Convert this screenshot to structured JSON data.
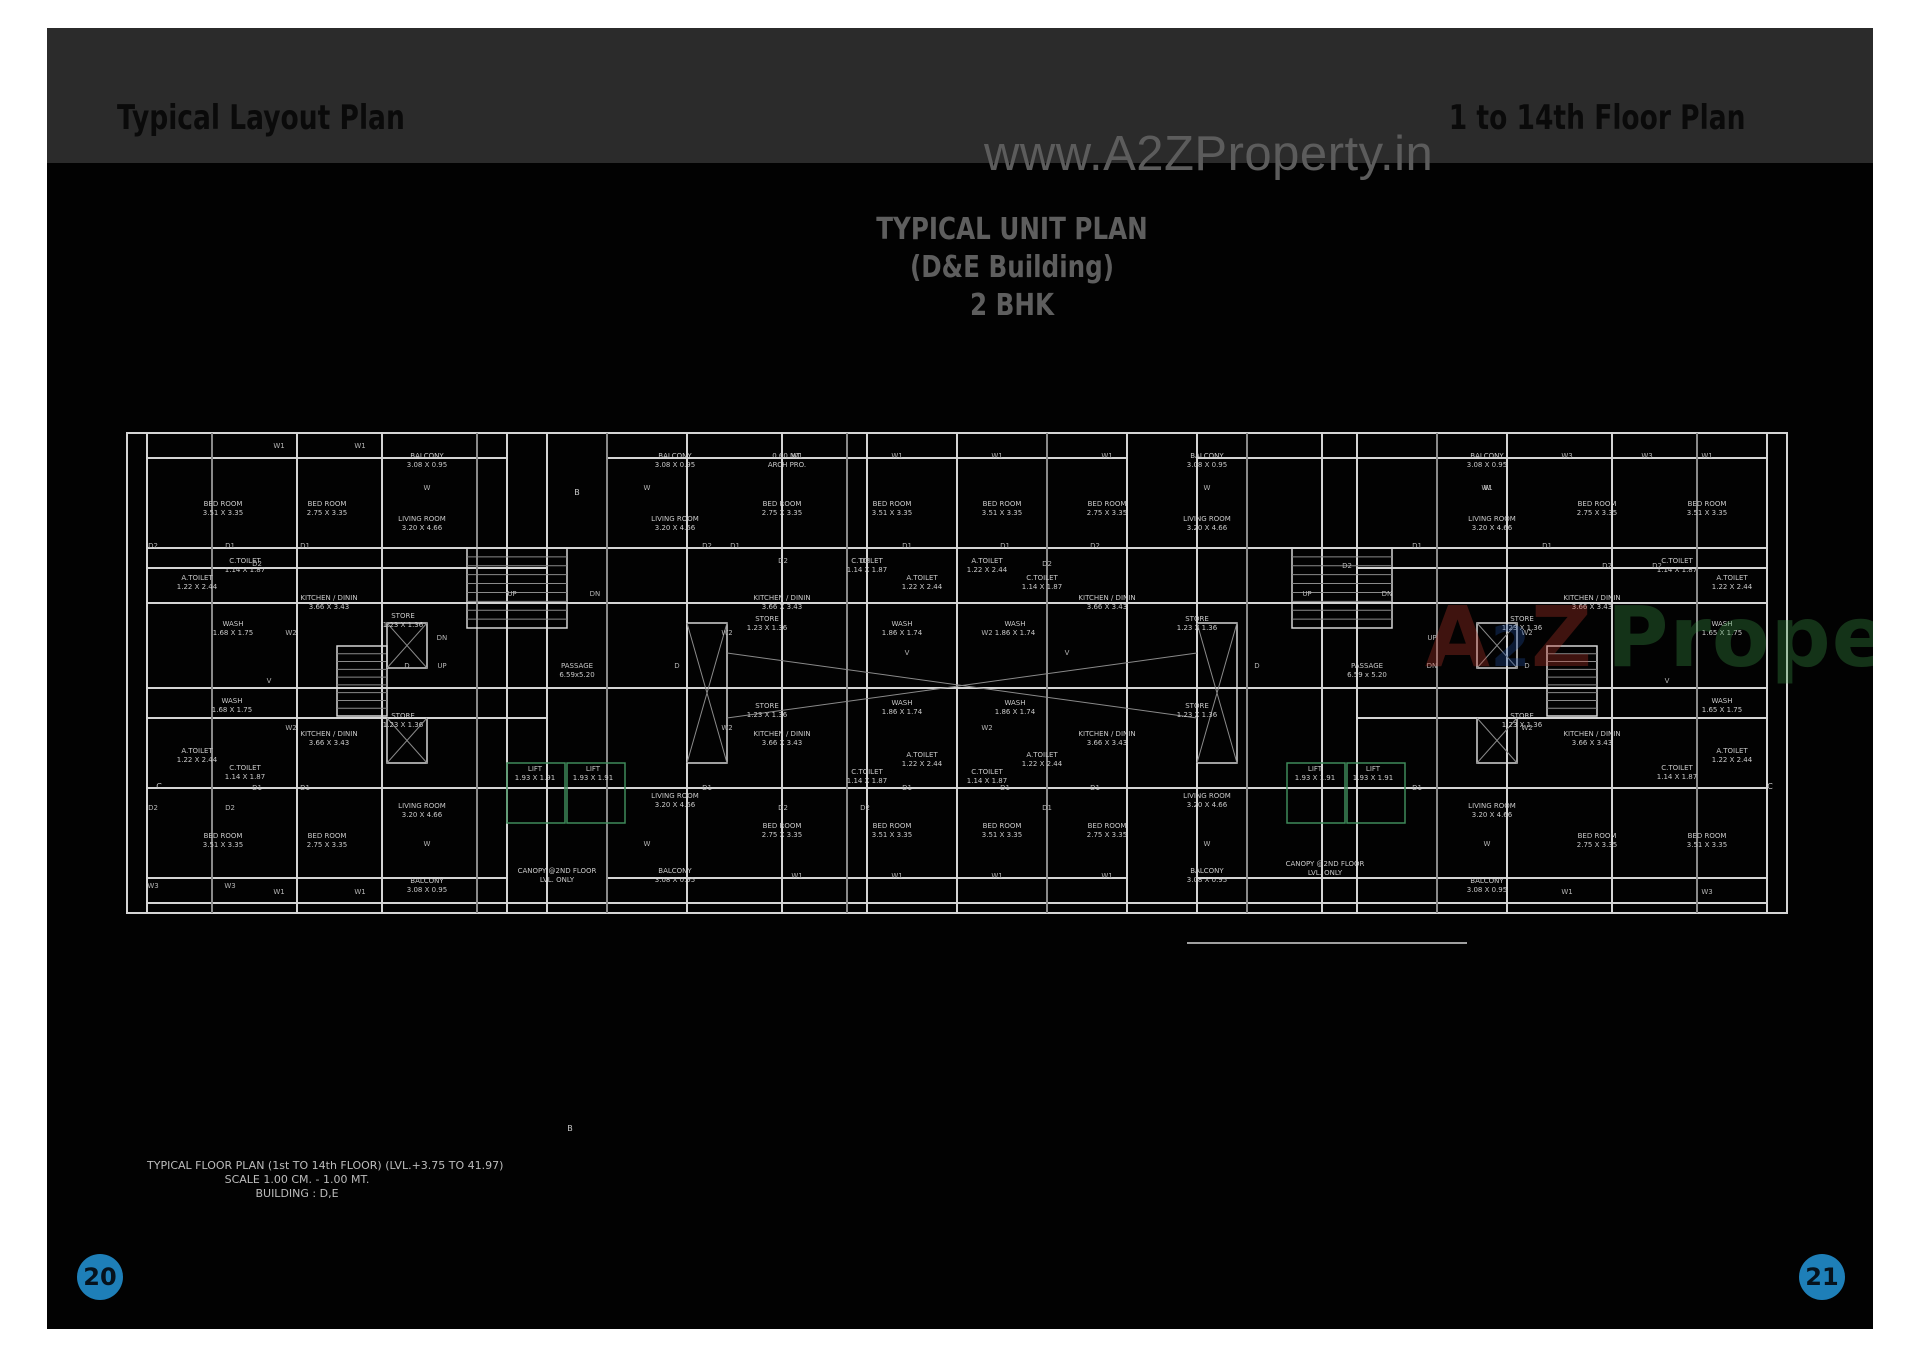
{
  "header": {
    "left_title": "Typical Layout Plan",
    "right_title": "1 to 14th Floor Plan",
    "watermark_url": "www.A2ZProperty.in"
  },
  "plan_title": {
    "line1": "TYPICAL UNIT PLAN",
    "line2": "(D&E Building)",
    "line3": "2 BHK"
  },
  "logo": {
    "text_a": "A",
    "text_2": "2",
    "text_z": "Z",
    "text_property": "Property",
    "colors": {
      "a": "#c0392b",
      "two": "#1e4fa0",
      "z": "#c0392b",
      "property": [
        "#2a8a3a",
        "#c9a21a",
        "#2a8a3a"
      ]
    }
  },
  "caption": {
    "line1": "TYPICAL FLOOR PLAN (1st TO 14th FLOOR) (LVL.+3.75 TO 41.97)",
    "line2": "SCALE 1.00 CM. - 1.00 MT.",
    "line3": "BUILDING : D,E"
  },
  "pages": {
    "left": "20",
    "right": "21"
  },
  "plan_marks": {
    "section_b_top": "B",
    "section_b_bottom": "B",
    "section_c_left": "C",
    "section_c_right": "C"
  },
  "rooms": [
    {
      "name": "BED ROOM",
      "dim": "3.51 X 3.35"
    },
    {
      "name": "BED ROOM",
      "dim": "2.75 X 3.35"
    },
    {
      "name": "BALCONY",
      "dim": "3.08 X 0.95"
    },
    {
      "name": "LIVING ROOM",
      "dim": "3.20 X 4.66"
    },
    {
      "name": "BALCONY",
      "dim": "3.08 X 0.95"
    },
    {
      "name": "0.60 MT.",
      "dim": "ARCH PRO."
    },
    {
      "name": "LIVING ROOM",
      "dim": "3.20 X 4.66"
    },
    {
      "name": "BED ROOM",
      "dim": "2.75 X 3.35"
    },
    {
      "name": "BED ROOM",
      "dim": "3.51 X 3.35"
    },
    {
      "name": "BED ROOM",
      "dim": "3.51 X 3.35"
    },
    {
      "name": "BED ROOM",
      "dim": "2.75 X 3.35"
    },
    {
      "name": "BALCONY",
      "dim": "3.08 X 0.95"
    },
    {
      "name": "LIVING ROOM",
      "dim": "3.20 X 4.66"
    },
    {
      "name": "BALCONY",
      "dim": "3.08 X 0.95"
    },
    {
      "name": "LIVING ROOM",
      "dim": "3.20 X 4.66"
    },
    {
      "name": "BED ROOM",
      "dim": "2.75 X 3.35"
    },
    {
      "name": "BED ROOM",
      "dim": "3.51 X 3.35"
    },
    {
      "name": "A.TOILET",
      "dim": "1.22 X 2.44"
    },
    {
      "name": "C.TOILET",
      "dim": "1.14 X 1.87"
    },
    {
      "name": "KITCHEN / DININ",
      "dim": "3.66 X 3.43"
    },
    {
      "name": "WASH",
      "dim": "1.68 X 1.75"
    },
    {
      "name": "STORE",
      "dim": "1.23 X 1.36"
    },
    {
      "name": "C.TOILET",
      "dim": "1.14 X 1.87"
    },
    {
      "name": "A.TOILET",
      "dim": "1.22 X 2.44"
    },
    {
      "name": "KITCHEN / DININ",
      "dim": "3.66 X 3.43"
    },
    {
      "name": "STORE",
      "dim": "1.23 X 1.36"
    },
    {
      "name": "WASH",
      "dim": "1.86 X 1.74"
    },
    {
      "name": "A.TOILET",
      "dim": "1.22 X 2.44"
    },
    {
      "name": "C.TOILET",
      "dim": "1.14 X 1.87"
    },
    {
      "name": "WASH",
      "dim": "1.86 X 1.74"
    },
    {
      "name": "KITCHEN / DININ",
      "dim": "3.66 X 3.43"
    },
    {
      "name": "STORE",
      "dim": "1.23 X 1.36"
    },
    {
      "name": "KITCHEN / DININ",
      "dim": "3.66 X 3.43"
    },
    {
      "name": "C.TOILET",
      "dim": "1.14 X 1.87"
    },
    {
      "name": "A.TOILET",
      "dim": "1.22 X 2.44"
    },
    {
      "name": "STORE",
      "dim": "1.23 X 1.36"
    },
    {
      "name": "WASH",
      "dim": "1.65 X 1.75"
    },
    {
      "name": "PASSAGE",
      "dim": "6.59x5.20"
    },
    {
      "name": "PASSAGE",
      "dim": "6.59 x 5.20"
    },
    {
      "name": "WASH",
      "dim": "1.68 X 1.75"
    },
    {
      "name": "STORE",
      "dim": "1.23 X 1.36"
    },
    {
      "name": "KITCHEN / DININ",
      "dim": "3.66 X 3.43"
    },
    {
      "name": "A.TOILET",
      "dim": "1.22 X 2.44"
    },
    {
      "name": "C.TOILET",
      "dim": "1.14 X 1.87"
    },
    {
      "name": "WASH",
      "dim": "1.86 X 1.74"
    },
    {
      "name": "KITCHEN / DININ",
      "dim": "3.66 X 3.43"
    },
    {
      "name": "STORE",
      "dim": "1.23 X 1.36"
    },
    {
      "name": "WASH",
      "dim": "1.86 X 1.74"
    },
    {
      "name": "KITCHEN / DININ",
      "dim": "3.66 X 3.43"
    },
    {
      "name": "STORE",
      "dim": "1.23 X 1.36"
    },
    {
      "name": "STORE",
      "dim": "1.23 X 1.36"
    },
    {
      "name": "KITCHEN / DININ",
      "dim": "3.66 X 3.43"
    },
    {
      "name": "WASH",
      "dim": "1.65 X 1.75"
    },
    {
      "name": "A.TOILET",
      "dim": "1.22 X 2.44"
    },
    {
      "name": "C.TOILET",
      "dim": "1.14 X 1.87"
    },
    {
      "name": "LIFT",
      "dim": "1.93 X 1.91"
    },
    {
      "name": "LIFT",
      "dim": "1.93 X 1.91"
    },
    {
      "name": "LIFT",
      "dim": "1.93 X 1.91"
    },
    {
      "name": "LIFT",
      "dim": "1.93 X 1.91"
    },
    {
      "name": "A.TOILET",
      "dim": "1.22 X 2.44"
    },
    {
      "name": "C.TOILET",
      "dim": "1.14 X 1.87"
    },
    {
      "name": "C.TOILET",
      "dim": "1.14 X 1.87"
    },
    {
      "name": "A.TOILET",
      "dim": "1.22 X 2.44"
    },
    {
      "name": "LIVING ROOM",
      "dim": "3.20 X 4.66"
    },
    {
      "name": "LIVING ROOM",
      "dim": "3.20 X 4.66"
    },
    {
      "name": "LIVING ROOM",
      "dim": "3.20 X 4.66"
    },
    {
      "name": "LIVING ROOM",
      "dim": "3.20 X 4.66"
    },
    {
      "name": "BED ROOM",
      "dim": "3.51 X 3.35"
    },
    {
      "name": "BED ROOM",
      "dim": "2.75 X 3.35"
    },
    {
      "name": "BED ROOM",
      "dim": "2.75 X 3.35"
    },
    {
      "name": "BED ROOM",
      "dim": "3.51 X 3.35"
    },
    {
      "name": "BED ROOM",
      "dim": "3.51 X 3.35"
    },
    {
      "name": "BED ROOM",
      "dim": "2.75 X 3.35"
    },
    {
      "name": "BED ROOM",
      "dim": "2.75 X 3.35"
    },
    {
      "name": "BED ROOM",
      "dim": "3.51 X 3.35"
    },
    {
      "name": "CANOPY @2ND FLOOR",
      "dim": "LVL. ONLY"
    },
    {
      "name": "CANOPY @2ND FLOOR",
      "dim": "LVL. ONLY"
    },
    {
      "name": "BALCONY",
      "dim": "3.08 X 0.95"
    },
    {
      "name": "BALCONY",
      "dim": "3.08 X 0.95"
    },
    {
      "name": "BALCONY",
      "dim": "3.08 X 0.95"
    },
    {
      "name": "BALCONY",
      "dim": "3.08 X 0.95"
    }
  ],
  "small_labels": [
    {
      "t": "W1"
    },
    {
      "t": "W1"
    },
    {
      "t": "W"
    },
    {
      "t": "W"
    },
    {
      "t": "W1"
    },
    {
      "t": "W1"
    },
    {
      "t": "W1"
    },
    {
      "t": "W1"
    },
    {
      "t": "W"
    },
    {
      "t": "W1"
    },
    {
      "t": "W3"
    },
    {
      "t": "W3"
    },
    {
      "t": "W1"
    },
    {
      "t": "W"
    },
    {
      "t": "D2"
    },
    {
      "t": "D1"
    },
    {
      "t": "D1"
    },
    {
      "t": "D2"
    },
    {
      "t": "D2"
    },
    {
      "t": "D1"
    },
    {
      "t": "D2"
    },
    {
      "t": "D2"
    },
    {
      "t": "D1"
    },
    {
      "t": "D1"
    },
    {
      "t": "D2"
    },
    {
      "t": "D2"
    },
    {
      "t": "D2"
    },
    {
      "t": "D1"
    },
    {
      "t": "D1"
    },
    {
      "t": "D2"
    },
    {
      "t": "D2"
    },
    {
      "t": "W2"
    },
    {
      "t": "W2"
    },
    {
      "t": "W2"
    },
    {
      "t": "W2"
    },
    {
      "t": "UP"
    },
    {
      "t": "DN"
    },
    {
      "t": "UP"
    },
    {
      "t": "DN"
    },
    {
      "t": "DN"
    },
    {
      "t": "UP"
    },
    {
      "t": "UP"
    },
    {
      "t": "DN"
    },
    {
      "t": "W2"
    },
    {
      "t": "W2"
    },
    {
      "t": "W2"
    },
    {
      "t": "W2"
    },
    {
      "t": "D1"
    },
    {
      "t": "D1"
    },
    {
      "t": "D2"
    },
    {
      "t": "D2"
    },
    {
      "t": "D1"
    },
    {
      "t": "D2"
    },
    {
      "t": "D2"
    },
    {
      "t": "D1"
    },
    {
      "t": "D1"
    },
    {
      "t": "D1"
    },
    {
      "t": "D1"
    },
    {
      "t": "D1"
    },
    {
      "t": "W1"
    },
    {
      "t": "W1"
    },
    {
      "t": "W1"
    },
    {
      "t": "W1"
    },
    {
      "t": "W"
    },
    {
      "t": "W"
    },
    {
      "t": "W"
    },
    {
      "t": "W"
    },
    {
      "t": "W3"
    },
    {
      "t": "W3"
    },
    {
      "t": "W1"
    },
    {
      "t": "W1"
    },
    {
      "t": "W3"
    },
    {
      "t": "W1"
    },
    {
      "t": "D"
    },
    {
      "t": "D"
    },
    {
      "t": "D"
    },
    {
      "t": "D"
    },
    {
      "t": "V"
    },
    {
      "t": "V"
    },
    {
      "t": "V"
    },
    {
      "t": "V"
    }
  ]
}
